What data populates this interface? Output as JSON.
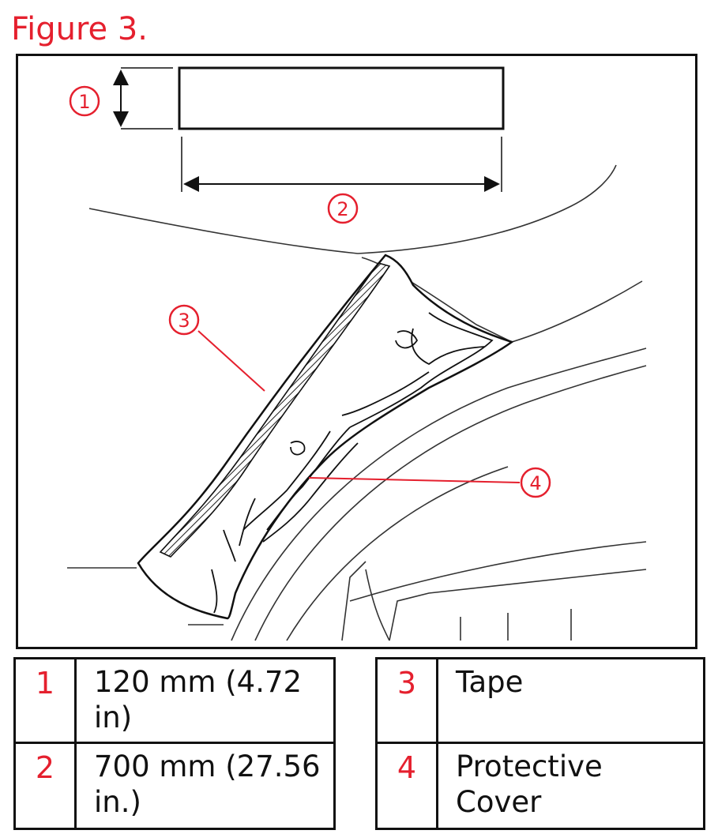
{
  "figure": {
    "title": "Figure 3.",
    "callouts": [
      "1",
      "2",
      "3",
      "4"
    ]
  },
  "legend": {
    "left": [
      {
        "num": "1",
        "text": "120 mm (4.72 in)"
      },
      {
        "num": "2",
        "text": "700 mm (27.56 in.)"
      }
    ],
    "right": [
      {
        "num": "3",
        "text": "Tape"
      },
      {
        "num": "4",
        "text": "Protective Cover"
      }
    ]
  },
  "colors": {
    "accent": "#e5202e",
    "line": "#111111"
  }
}
